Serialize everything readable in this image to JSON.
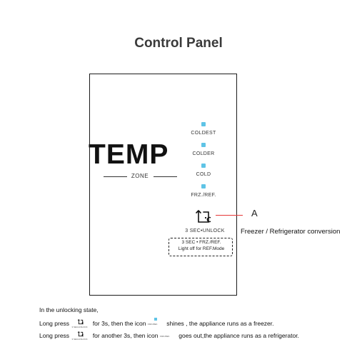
{
  "title": "Control Panel",
  "panel": {
    "temp_label": "TEMP",
    "zone_label": "ZONE",
    "indicators": [
      {
        "label": "COLDEST"
      },
      {
        "label": "COLDER"
      },
      {
        "label": "COLD"
      },
      {
        "label": "FRZ./REF."
      }
    ],
    "indicator_color": "#5fc4e6",
    "lock_icon": "lock-thermometer-icon",
    "unlock_label": "3 SEC•UNLOCK",
    "mode_box_line1": "3 SEC • FRZ./REF.",
    "mode_box_line2": "Light off for REF.Mode"
  },
  "callout": {
    "letter": "A",
    "caption": "Freezer / Refrigerator conversion",
    "line_color": "#e53838"
  },
  "instructions": {
    "line1": "In the unlocking state,",
    "line2_prefix": "Long press",
    "line2_mid": "for 3s, then the icon",
    "line2_suffix": "shines , the appliance runs as a freezer.",
    "line3_prefix": "Long press",
    "line3_mid": "for another 3s, then icon",
    "line3_suffix": "goes out,the appliance runs as a refrigerator.",
    "mini_icon_caption": "3 SEC•UNLOCK",
    "mini_indicator_caption": "FRZ./REF."
  }
}
